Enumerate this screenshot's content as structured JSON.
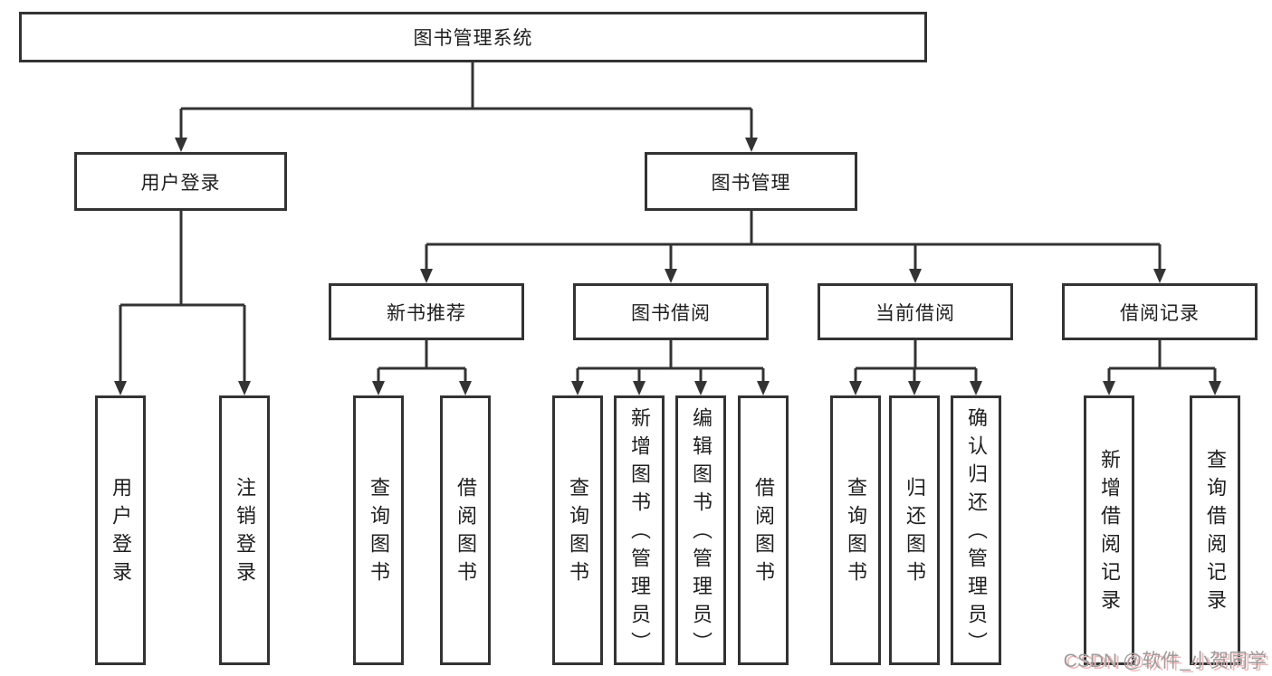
{
  "nodes": {
    "root": "图书管理系统",
    "l2": [
      "用户登录",
      "图书管理"
    ],
    "l3": [
      "新书推荐",
      "图书借阅",
      "当前借阅",
      "借阅记录"
    ],
    "l4": [
      "用户登录",
      "注销登录",
      "查询图书",
      "借阅图书",
      "查询图书",
      "新增图书（管理员）",
      "编辑图书（管理员）",
      "借阅图书",
      "查询图书",
      "归还图书",
      "确认归还（管理员）",
      "新增借阅记录",
      "查询借阅记录"
    ]
  },
  "watermark": "CSDN @软件_小贺同学",
  "colors": {
    "line": "#333333",
    "box_border": "#333333",
    "text": "#1f1f1f",
    "watermark_gray": "#9c9c9c",
    "watermark_pink": "#efb9b9"
  }
}
